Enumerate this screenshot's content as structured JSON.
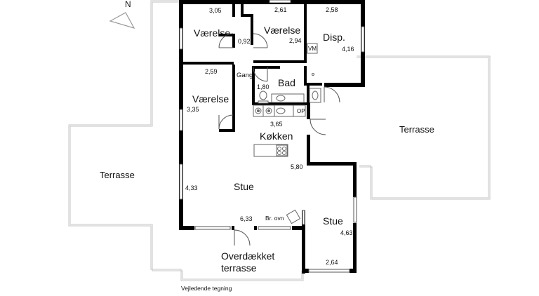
{
  "compass": {
    "label": "N"
  },
  "rooms": {
    "vaerelse1": {
      "label": "Værelse",
      "dim_top": "3,05"
    },
    "vaerelse2": {
      "label": "Værelse",
      "dim_top": "2,61",
      "dim_side": "2,94"
    },
    "disp": {
      "label": "Disp.",
      "dim_top": "2,58",
      "dim_side": "4,16",
      "appliance": "VM"
    },
    "gang": {
      "label": "Gang",
      "dim": "0,92"
    },
    "vaerelse3": {
      "label": "Værelse",
      "dim_top": "2,59",
      "dim_side": "3,35"
    },
    "bad": {
      "label": "Bad",
      "dim": "1,80"
    },
    "kokken": {
      "label": "Køkken",
      "dim_top": "3,65",
      "appliance": "OP"
    },
    "stue_main": {
      "label": "Stue",
      "dim_side": "4,33",
      "dim_right": "5,80",
      "dim_bottom": "6,33",
      "stove": "Br. ovn"
    },
    "stue_small": {
      "label": "Stue",
      "dim_side": "4,63",
      "dim_bottom": "2,64"
    },
    "terrasse_left": {
      "label": "Terrasse"
    },
    "terrasse_right": {
      "label": "Terrasse"
    },
    "overdaekket": {
      "label_line1": "Overdækket",
      "label_line2": "terrasse"
    }
  },
  "footer": {
    "note": "Vejledende tegning"
  },
  "colors": {
    "wall": "#000000",
    "outline": "#bdbdbd",
    "background": "#ffffff"
  }
}
